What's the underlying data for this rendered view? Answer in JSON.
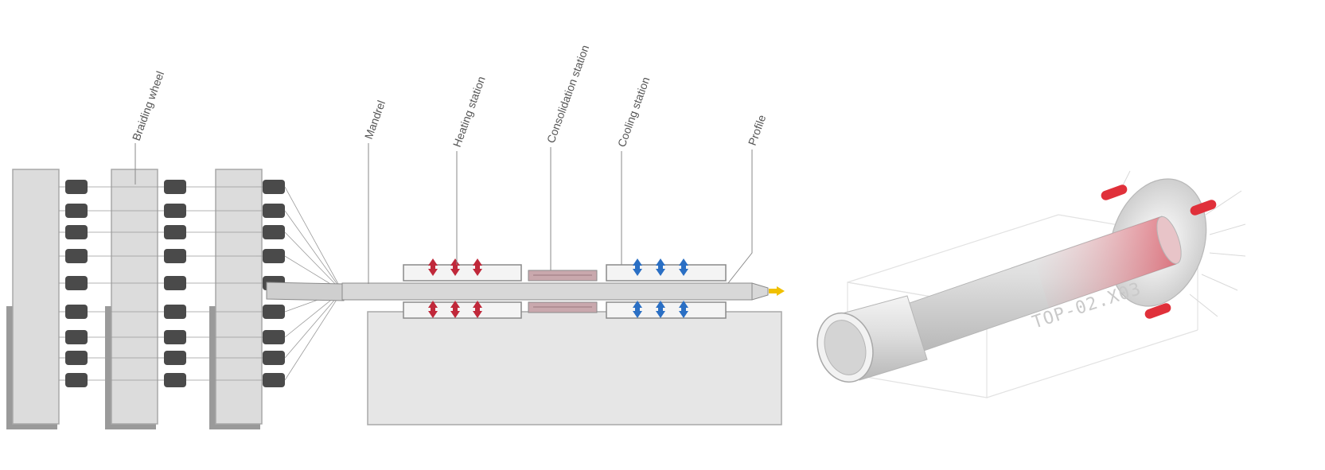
{
  "labels": {
    "braiding_wheel": "Braiding wheel",
    "mandrel": "Mandrel",
    "heating_station": "Heating station",
    "consolidation_station": "Consolidation station",
    "cooling_station": "Cooling station",
    "profile": "Profile"
  },
  "product_marking": "TOP-02.X03",
  "colors": {
    "frame": "#dcdcdc",
    "frame_shadow": "#9a9a9a",
    "bobbin": "#4a4a4a",
    "heating": "#c0283a",
    "cooling": "#2a6fc4",
    "consolidation": "#c9a8ad",
    "profile_tip": "#f0c000",
    "clamp": "#e0303a"
  },
  "icons": {
    "heating": "red-double-arrow-icon",
    "cooling": "blue-double-arrow-icon",
    "tip": "yellow-arrow-icon"
  }
}
